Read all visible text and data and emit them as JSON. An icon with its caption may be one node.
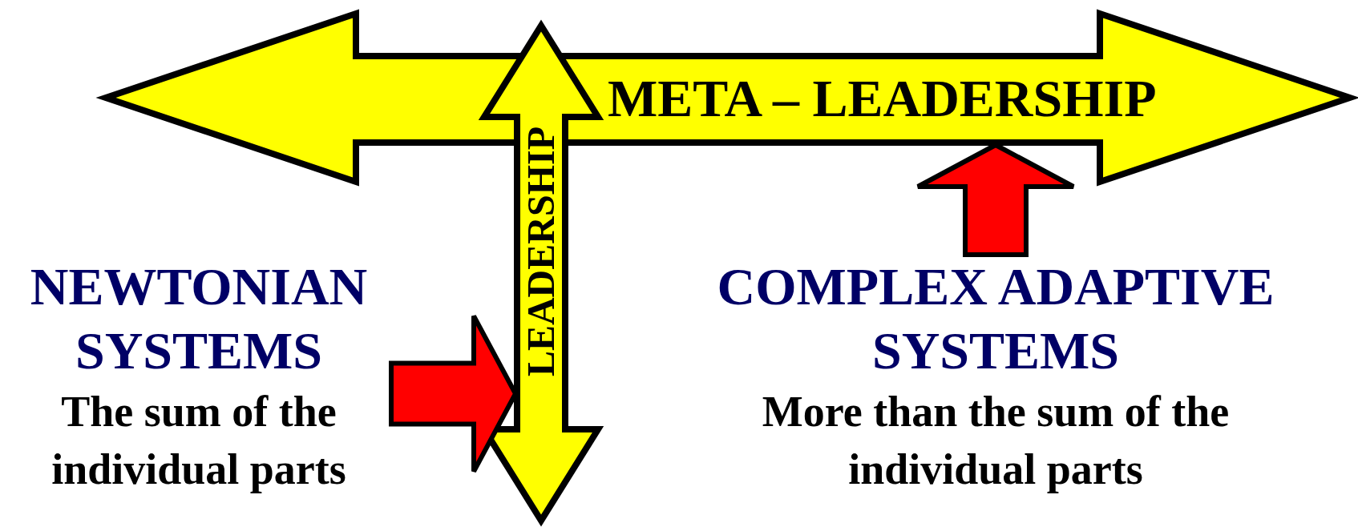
{
  "diagram": {
    "nodes": [
      {
        "text": [
          "META – LEADERSHIP"
        ]
      },
      {
        "text": [
          "LEADERSHIP"
        ]
      },
      {
        "text": [
          "NEWTONIAN SYSTEMS",
          "The sum of the individual parts"
        ]
      },
      {
        "text": [
          "COMPLEX ADAPTIVE SYSTEMS",
          "More than the sum of the individual parts"
        ]
      }
    ],
    "edges": [
      {
        "from": 2,
        "to": 1,
        "arrow": "to",
        "style": "thick",
        "color": "#ff0000"
      },
      {
        "from": 3,
        "to": 0,
        "arrow": "to",
        "style": "thick",
        "color": "#ff0000"
      }
    ]
  }
}
